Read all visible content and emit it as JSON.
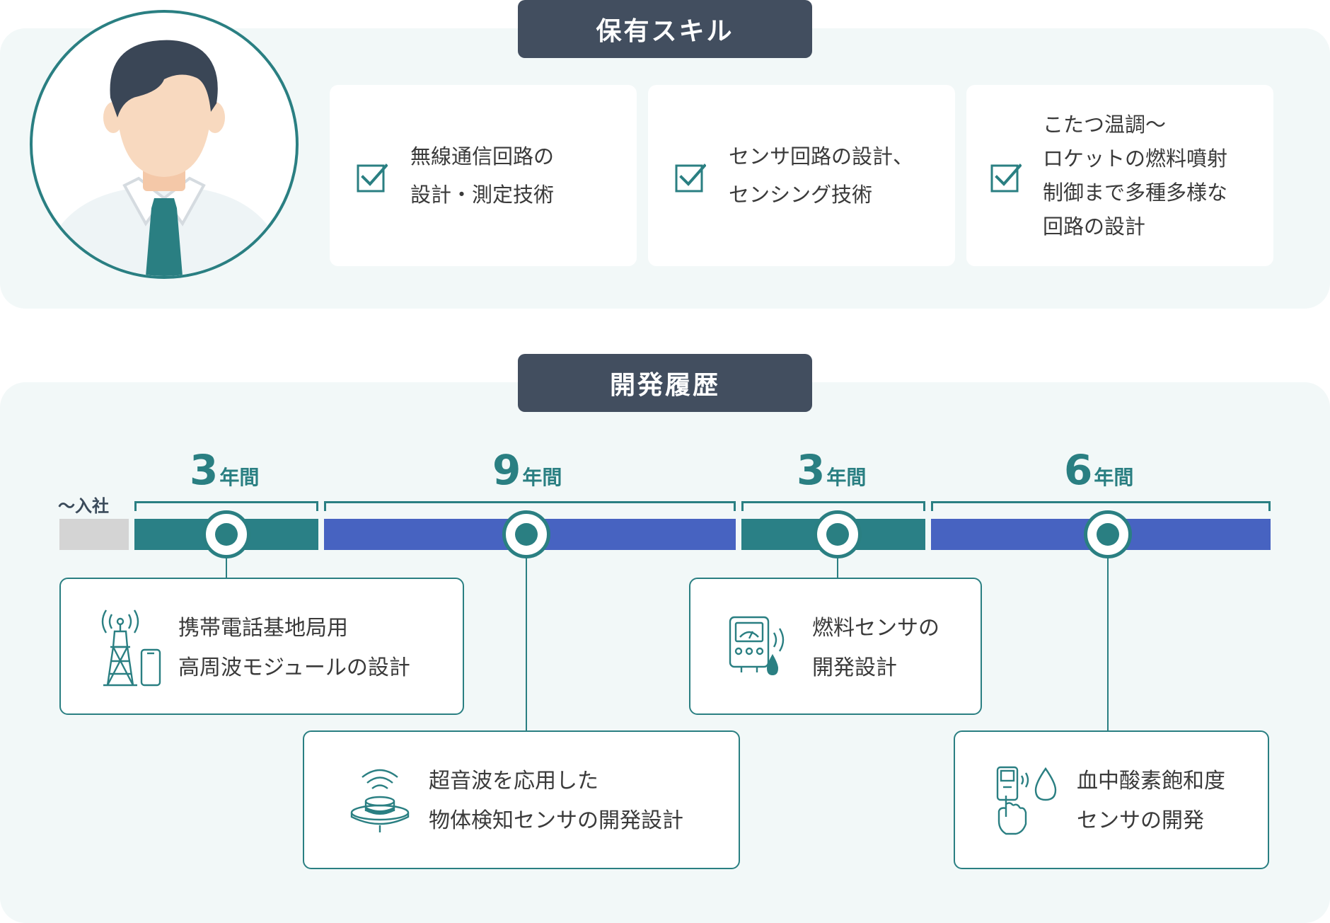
{
  "skills_section": {
    "title": "保有スキル",
    "cards": [
      {
        "lines": [
          "無線通信回路の",
          "設計・測定技術"
        ]
      },
      {
        "lines": [
          "センサ回路の設計、",
          "センシング技術"
        ]
      },
      {
        "lines": [
          "こたつ温調～",
          "ロケットの燃料噴射",
          "制御まで多種多様な",
          "回路の設計"
        ]
      }
    ]
  },
  "history_section": {
    "title": "開発履歴",
    "entry_label": "～入社",
    "periods": [
      {
        "num": "3",
        "unit": "年間",
        "duration_years": 3,
        "color": "teal"
      },
      {
        "num": "9",
        "unit": "年間",
        "duration_years": 9,
        "color": "blue"
      },
      {
        "num": "3",
        "unit": "年間",
        "duration_years": 3,
        "color": "teal"
      },
      {
        "num": "6",
        "unit": "年間",
        "duration_years": 6,
        "color": "blue"
      }
    ],
    "projects": [
      {
        "icon": "radio-tower-icon",
        "lines": [
          "携帯電話基地局用",
          "高周波モジュールの設計"
        ]
      },
      {
        "icon": "ultrasonic-sensor-icon",
        "lines": [
          "超音波を応用した",
          "物体検知センサの開発設計"
        ]
      },
      {
        "icon": "fuel-meter-icon",
        "lines": [
          "燃料センサの",
          "開発設計"
        ]
      },
      {
        "icon": "pulse-oximeter-icon",
        "lines": [
          "血中酸素飽和度",
          "センサの開発"
        ]
      }
    ]
  },
  "colors": {
    "teal": "#2a7f82",
    "blue": "#4763c1",
    "heading_bg": "#424e5f",
    "panel_bg": "#f2f8f8"
  }
}
